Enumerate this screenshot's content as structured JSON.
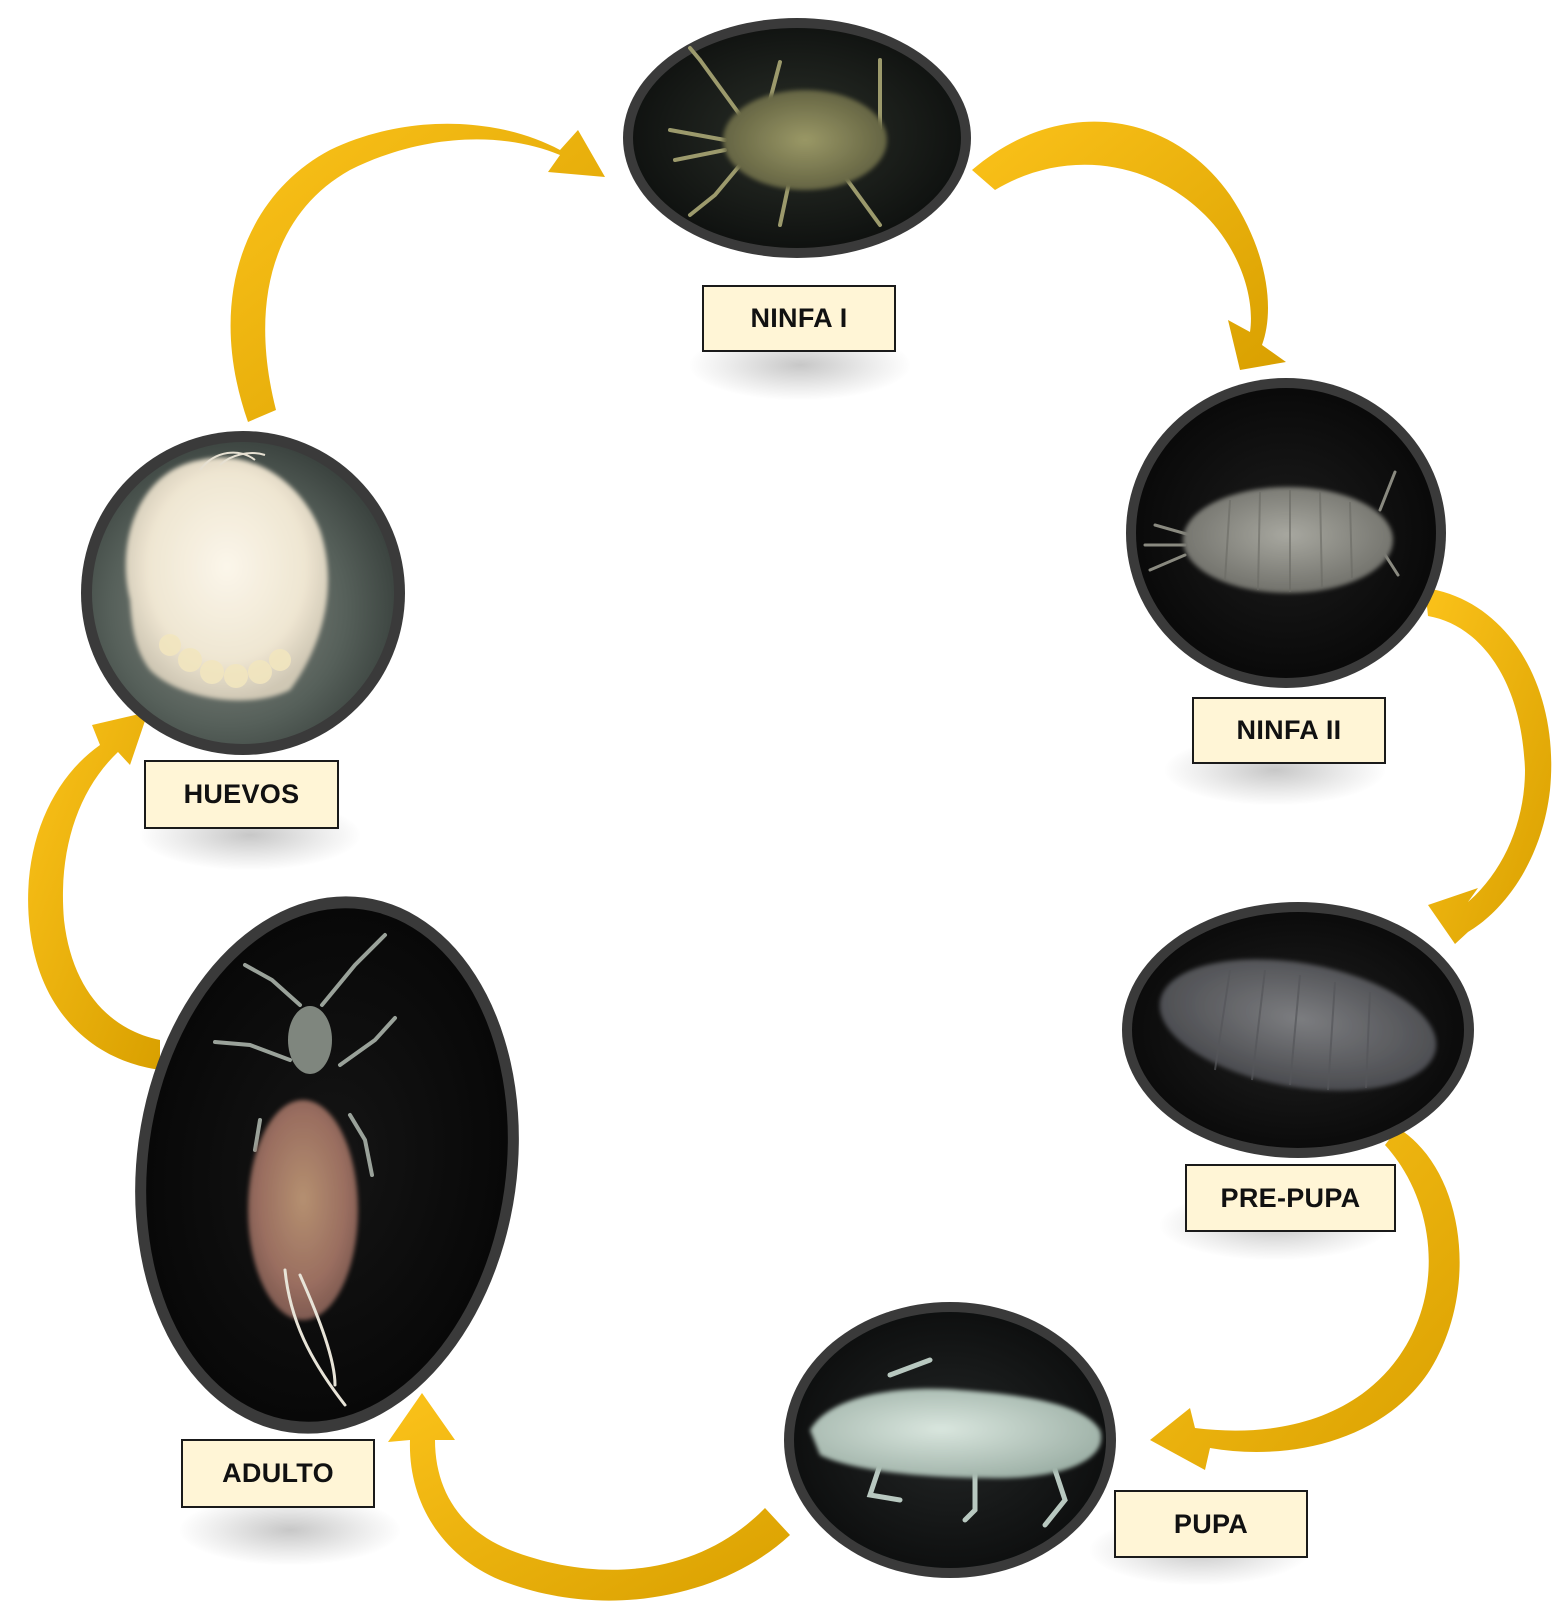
{
  "diagram": {
    "stages": [
      {
        "id": "ninfa-1",
        "label": "NINFA I"
      },
      {
        "id": "ninfa-2",
        "label": "NINFA II"
      },
      {
        "id": "pre-pupa",
        "label": "PRE-PUPA"
      },
      {
        "id": "pupa",
        "label": "PUPA"
      },
      {
        "id": "adulto",
        "label": "ADULTO"
      },
      {
        "id": "huevos",
        "label": "HUEVOS"
      }
    ],
    "flow": [
      [
        "huevos",
        "ninfa-1"
      ],
      [
        "ninfa-1",
        "ninfa-2"
      ],
      [
        "ninfa-2",
        "pre-pupa"
      ],
      [
        "pre-pupa",
        "pupa"
      ],
      [
        "pupa",
        "adulto"
      ],
      [
        "adulto",
        "huevos"
      ]
    ]
  },
  "colors": {
    "arrow": "#f5b800",
    "arrow_dark": "#d29a00",
    "frame": "#3a3a3a",
    "label_bg": "#fff5d6",
    "specimen_bg": "#0c0c0c"
  }
}
